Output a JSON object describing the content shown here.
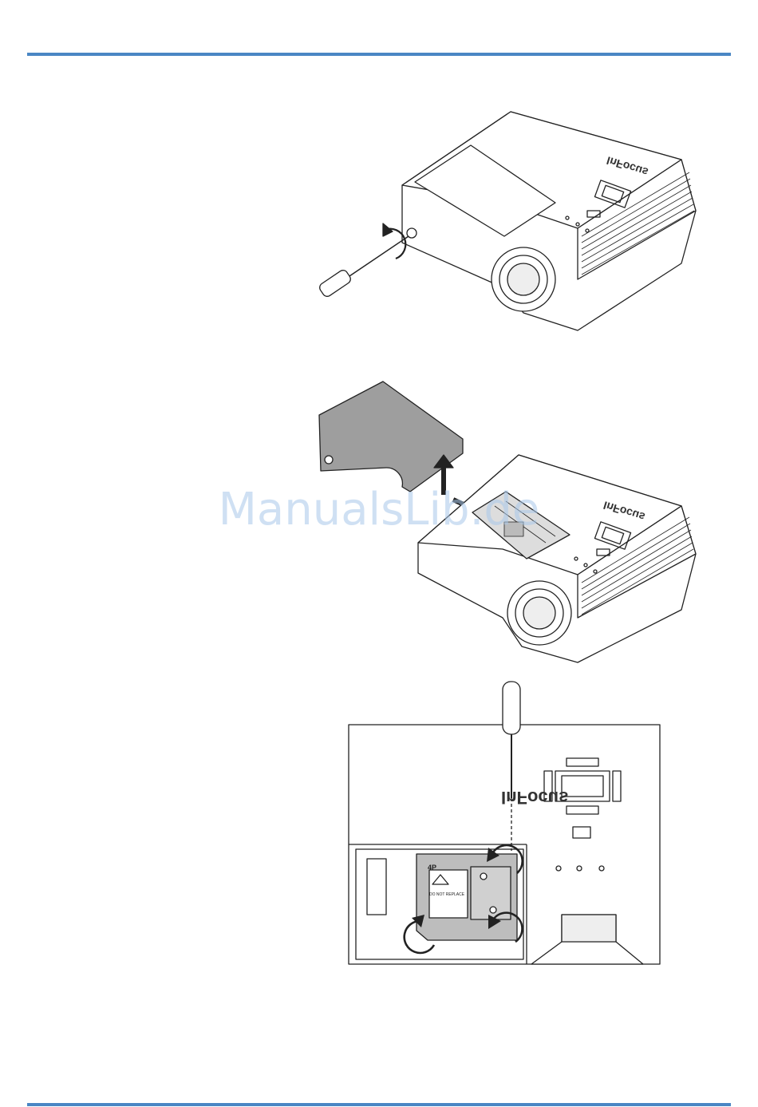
{
  "colors": {
    "rule": "#4a86c4",
    "watermark": "#a9c8ea",
    "line": "#222222",
    "lamp_fill": "#bdbdbd",
    "cover_fill": "#9e9e9e"
  },
  "projector": {
    "brand": "InFocus",
    "brand_mirrored": "snɔo∃uI",
    "label_4p": "4P",
    "warning_text": "DO NOT REPLACE"
  },
  "watermark": {
    "text": "ManualsLib.de"
  },
  "icons": {
    "fig1": [
      "screwdriver-icon",
      "rotate-ccw-arrow-icon"
    ],
    "fig2": [
      "lamp-cover-icon",
      "lift-arrow-icon"
    ],
    "fig3": [
      "screwdriver-icon",
      "rotate-arrow-icon"
    ]
  }
}
